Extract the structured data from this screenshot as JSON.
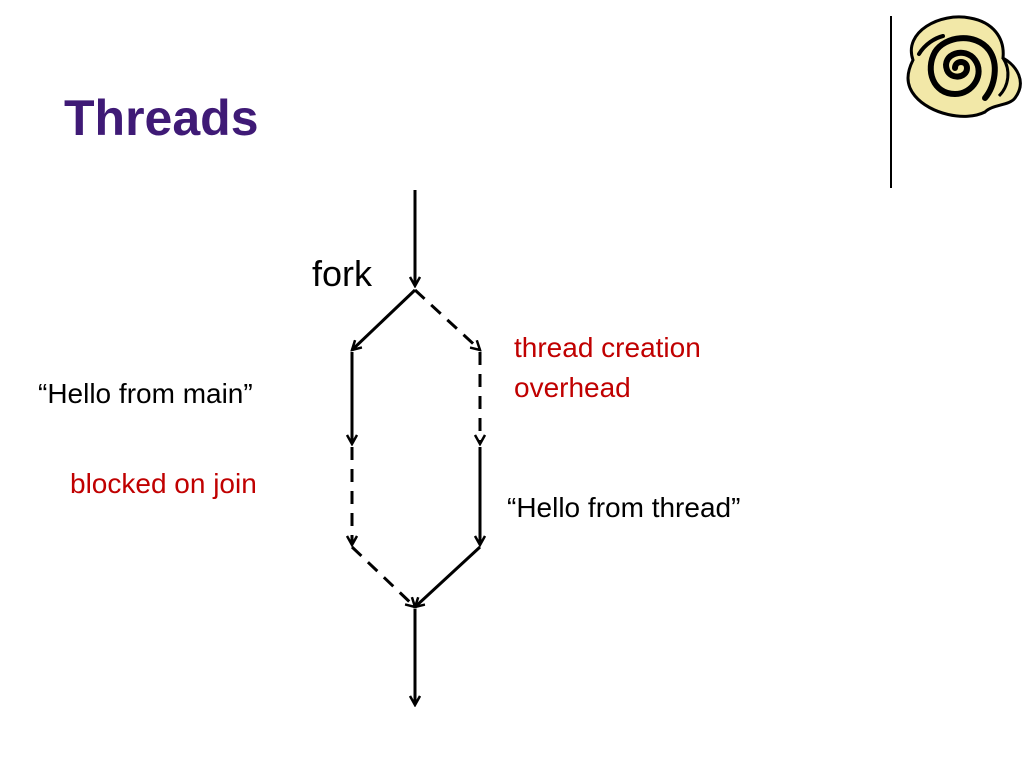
{
  "title": "Threads",
  "diagram": {
    "fork_label": "fork",
    "main_thread_label": "“Hello from main”",
    "blocked_label": "blocked on join",
    "overhead_label_line1": "thread creation",
    "overhead_label_line2": "overhead",
    "thread_label": "“Hello from thread”"
  },
  "colors": {
    "title": "#3f1a76",
    "annotation": "#c00000",
    "line": "#000000"
  },
  "icons": {
    "logo": "scroll-logo-icon"
  }
}
